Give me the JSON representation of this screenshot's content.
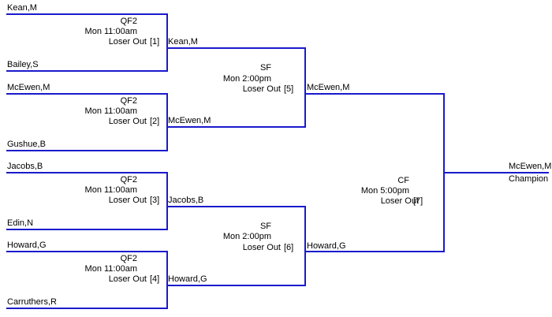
{
  "colors": {
    "line": "#1a1acc",
    "text": "#000000",
    "background": "#ffffff"
  },
  "quarterfinals": [
    {
      "top": "Kean,M",
      "bottom": "Bailey,S",
      "round": "QF2",
      "time": "Mon 11:00am",
      "note": "Loser Out",
      "game": "[1]",
      "winner": "Kean,M"
    },
    {
      "top": "McEwen,M",
      "bottom": "Gushue,B",
      "round": "QF2",
      "time": "Mon 11:00am",
      "note": "Loser Out",
      "game": "[2]",
      "winner": "McEwen,M"
    },
    {
      "top": "Jacobs,B",
      "bottom": "Edin,N",
      "round": "QF2",
      "time": "Mon 11:00am",
      "note": "Loser Out",
      "game": "[3]",
      "winner": "Jacobs,B"
    },
    {
      "top": "Howard,G",
      "bottom": "Carruthers,R",
      "round": "QF2",
      "time": "Mon 11:00am",
      "note": "Loser Out",
      "game": "[4]",
      "winner": "Howard,G"
    }
  ],
  "semifinals": [
    {
      "round": "SF",
      "time": "Mon 2:00pm",
      "note": "Loser Out",
      "game": "[5]",
      "winner": "McEwen,M"
    },
    {
      "round": "SF",
      "time": "Mon 2:00pm",
      "note": "Loser Out",
      "game": "[6]",
      "winner": "Howard,G"
    }
  ],
  "final": {
    "round": "CF",
    "time": "Mon 5:00pm",
    "note": "Loser Out",
    "game": "[7]",
    "winner": "McEwen,M",
    "champion_label": "Champion"
  }
}
